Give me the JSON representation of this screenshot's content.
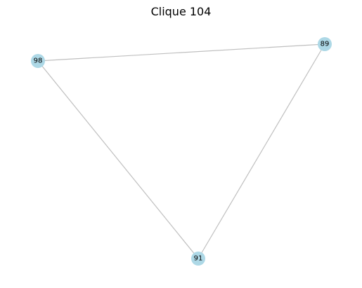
{
  "title": "Clique 104",
  "colors": {
    "node_fill": "#add8e6",
    "edge": "#bfbfbf",
    "background": "#ffffff",
    "text": "#000000"
  },
  "graph": {
    "nodes": [
      {
        "id": "98",
        "label": "98"
      },
      {
        "id": "89",
        "label": "89"
      },
      {
        "id": "91",
        "label": "91"
      }
    ],
    "edges": [
      {
        "source": "98",
        "target": "89"
      },
      {
        "source": "98",
        "target": "91"
      },
      {
        "source": "89",
        "target": "91"
      }
    ]
  }
}
